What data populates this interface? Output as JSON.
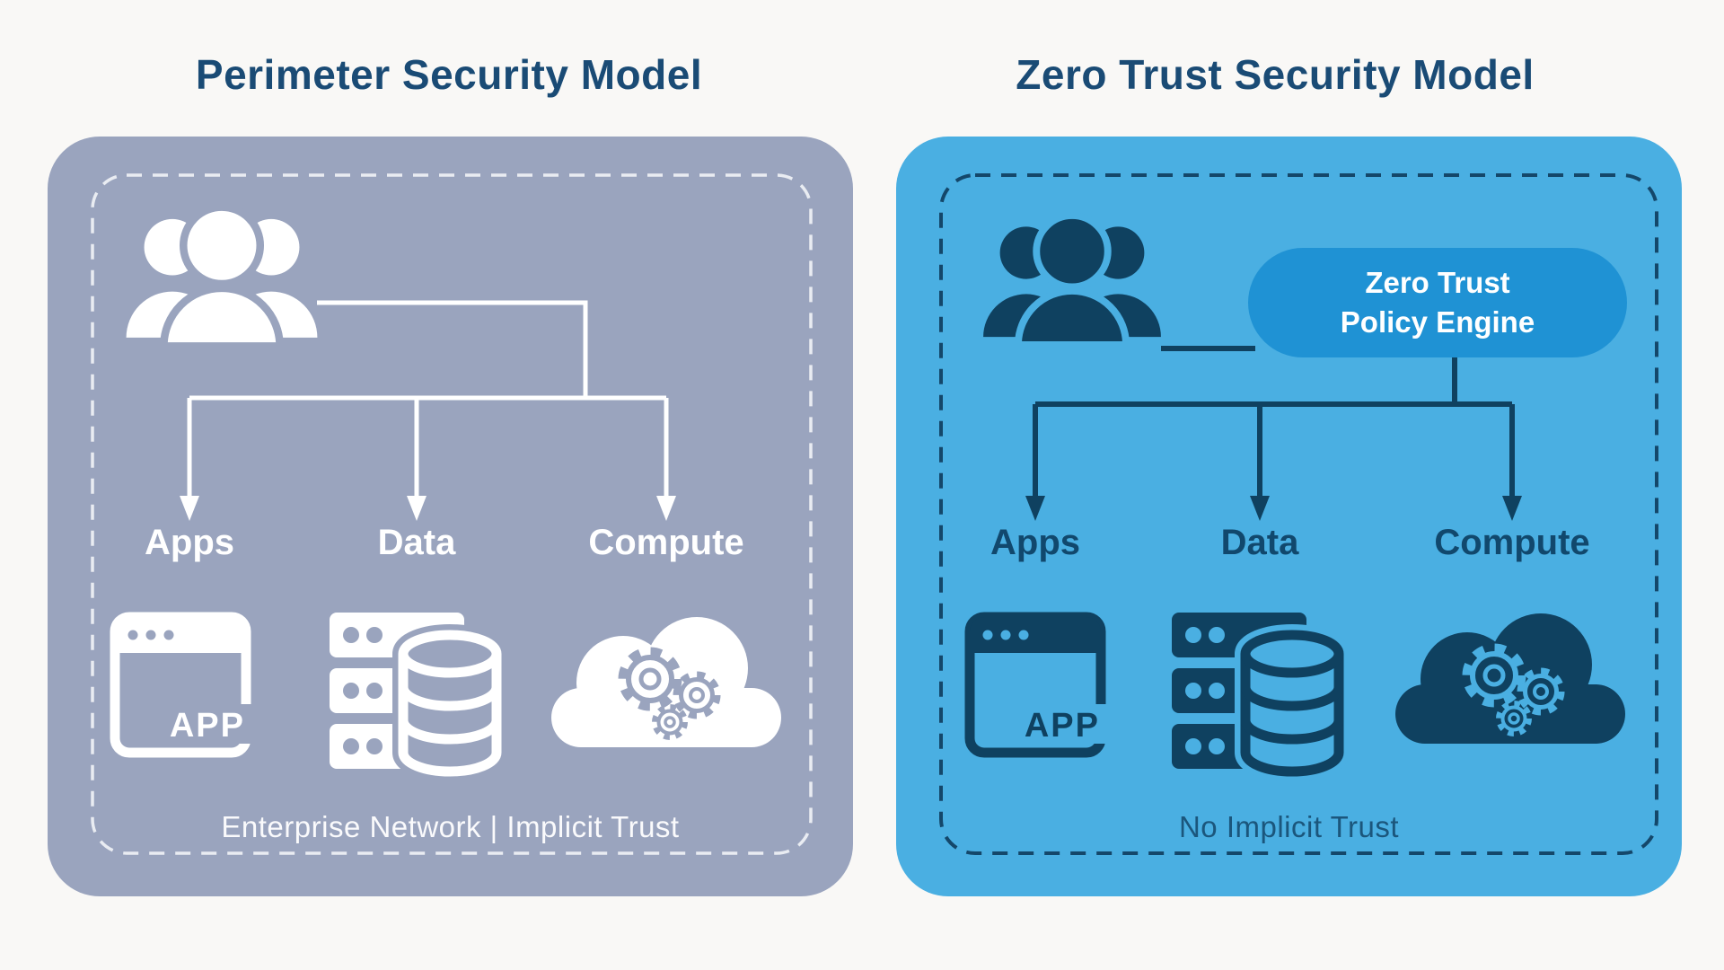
{
  "left": {
    "title": "Perimeter Security Model",
    "source_icon": "users-group-icon",
    "nodes": [
      "Apps",
      "Data",
      "Compute"
    ],
    "node_icons": [
      "app-window-icon",
      "server-database-icon",
      "cloud-gears-icon"
    ],
    "app_label": "APP",
    "caption": "Enterprise Network | Implicit Trust",
    "colors": {
      "panel_bg": "#9aa4be",
      "foreground": "#ffffff",
      "dashed_border": "#e9ecf2"
    }
  },
  "right": {
    "title": "Zero Trust Security Model",
    "source_icon": "users-group-icon",
    "policy_engine": {
      "line1": "Zero Trust",
      "line2": "Policy Engine",
      "bg": "#1f92d4",
      "text_color": "#ffffff"
    },
    "nodes": [
      "Apps",
      "Data",
      "Compute"
    ],
    "node_icons": [
      "app-window-icon",
      "server-database-icon",
      "cloud-gears-icon"
    ],
    "app_label": "APP",
    "caption": "No Implicit Trust",
    "colors": {
      "panel_bg": "#4aafe2",
      "foreground": "#0f4160",
      "dashed_border": "#14476a",
      "caption": "#1b567c",
      "label": "#11486d"
    }
  },
  "shared": {
    "background": "#f9f8f6",
    "title_color": "#1a4b75"
  }
}
